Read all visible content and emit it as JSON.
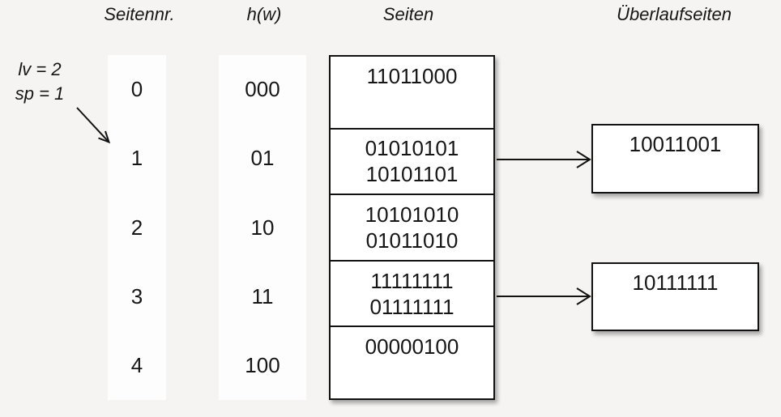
{
  "annotation": {
    "line1": "lv = 2",
    "line2": "sp = 1"
  },
  "columns": {
    "seitennr": {
      "header": "Seitennr.",
      "values": [
        "0",
        "1",
        "2",
        "3",
        "4"
      ]
    },
    "hw": {
      "header": "h(w)",
      "values": [
        "000",
        "01",
        "10",
        "11",
        "100"
      ]
    },
    "seiten": {
      "header": "Seiten",
      "rows": [
        {
          "lines": [
            "11011000"
          ]
        },
        {
          "lines": [
            "01010101",
            "10101101"
          ]
        },
        {
          "lines": [
            "10101010",
            "01011010"
          ]
        },
        {
          "lines": [
            "11111111",
            "01111111"
          ]
        },
        {
          "lines": [
            "00000100"
          ]
        }
      ]
    },
    "ueberlauf": {
      "header": "Überlaufseiten",
      "boxes": [
        {
          "value": "10011001",
          "linked_page_row": "1"
        },
        {
          "value": "10111111",
          "linked_page_row": "3"
        }
      ]
    }
  },
  "colors": {
    "background": "#f5f4f2",
    "box_fill": "#ffffff",
    "line": "#121212"
  }
}
